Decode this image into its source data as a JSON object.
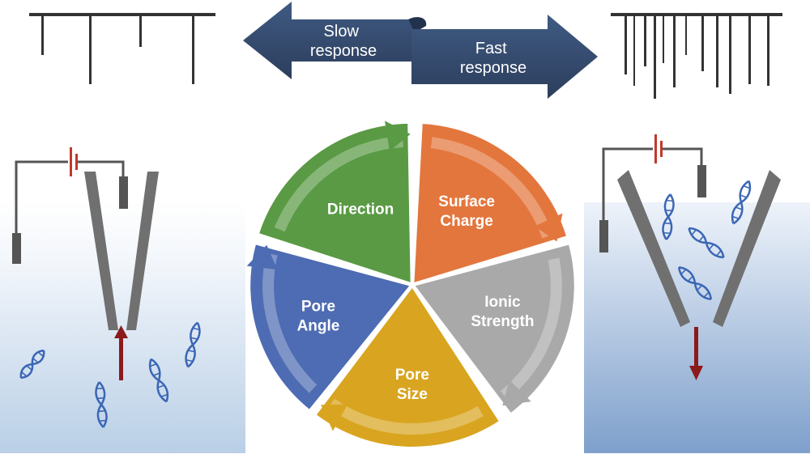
{
  "arrows": {
    "slow": [
      "Slow",
      "response"
    ],
    "fast": [
      "Fast",
      "response"
    ]
  },
  "wheel": {
    "segments": [
      {
        "id": "direction",
        "lines": [
          "Direction"
        ],
        "color": "#5a9a45"
      },
      {
        "id": "surface-charge",
        "lines": [
          "Surface",
          "Charge"
        ],
        "color": "#e3763d"
      },
      {
        "id": "ionic-strength",
        "lines": [
          "Ionic",
          "Strength"
        ],
        "color": "#a9a9a9"
      },
      {
        "id": "pore-size",
        "lines": [
          "Pore",
          "Size"
        ],
        "color": "#d9a520"
      },
      {
        "id": "pore-angle",
        "lines": [
          "Pore",
          "Angle"
        ],
        "color": "#4e6cb3"
      }
    ]
  },
  "colors": {
    "arrow": "#34496b",
    "wire": "#555555",
    "pipette": "#707070",
    "battery": "#c0392b",
    "flow_arrow": "#8b1a1a",
    "dna": "#3a66b5"
  }
}
